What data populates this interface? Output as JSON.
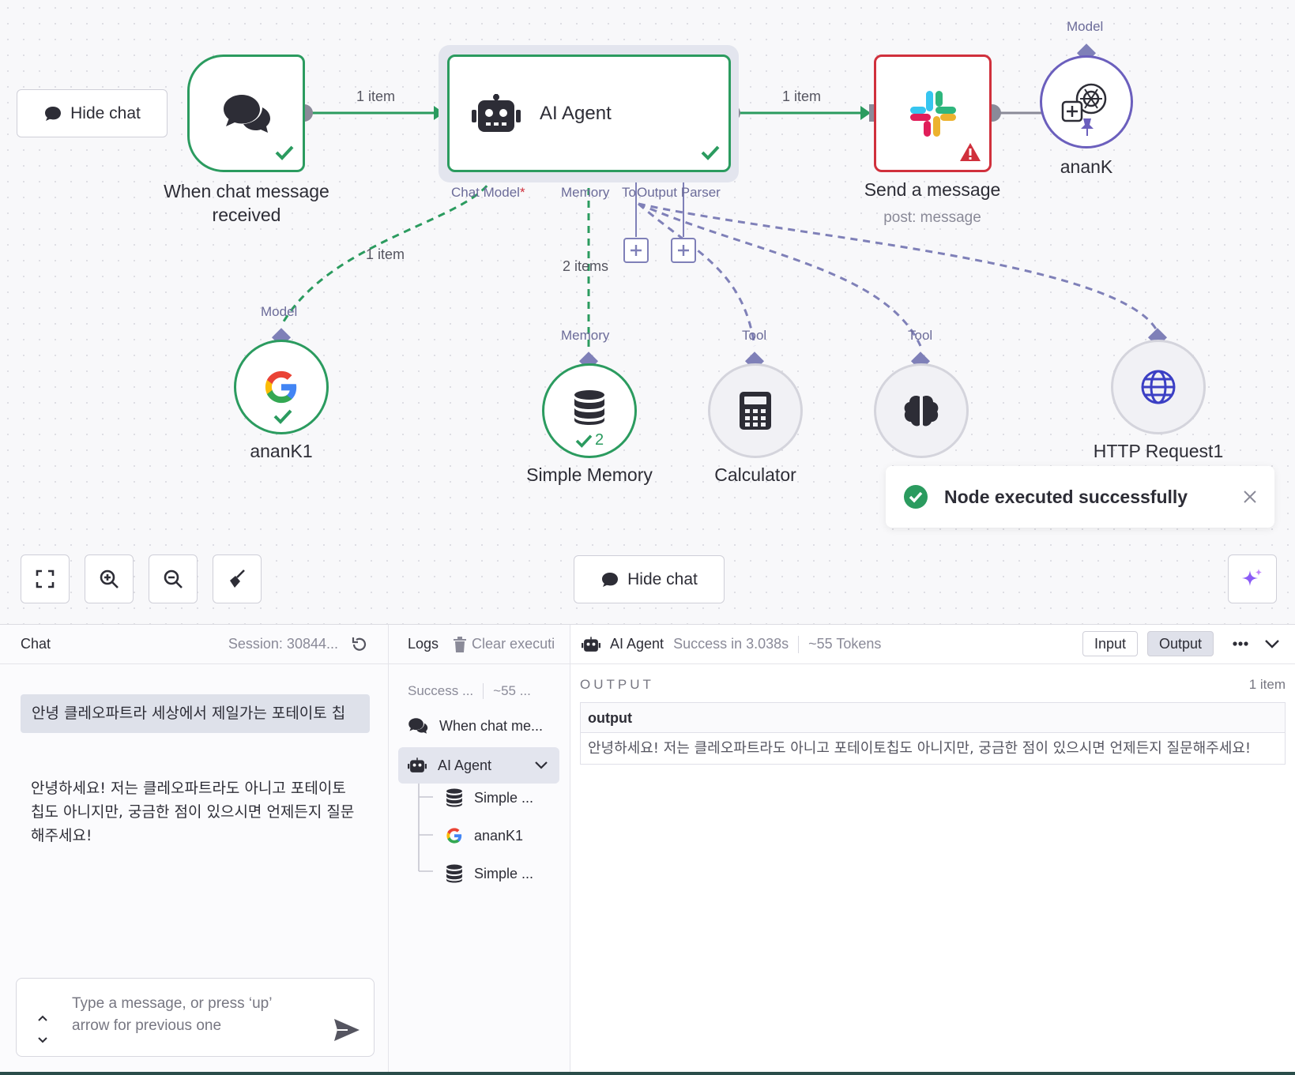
{
  "canvas": {
    "hide_chat_top": "Hide chat",
    "hide_chat_bottom": "Hide chat",
    "edge_labels": {
      "trigger_to_agent": "1 item",
      "agent_to_slack": "1 item",
      "model_edge": "1 item",
      "memory_edge": "2 items"
    },
    "nodes": {
      "trigger": {
        "label_line1": "When chat message",
        "label_line2": "received"
      },
      "agent": {
        "title": "AI Agent"
      },
      "slack": {
        "label": "Send a message",
        "sub": "post: message"
      },
      "openai": {
        "label": "ananK",
        "port": "Model"
      },
      "gemini": {
        "label": "ananK1",
        "port": "Model"
      },
      "memory": {
        "label": "Simple Memory",
        "port": "Memory",
        "badge": "2"
      },
      "calculator": {
        "label": "Calculator",
        "port": "Tool"
      },
      "think": {
        "label": "",
        "port": "Tool"
      },
      "http": {
        "label": "HTTP Request1"
      }
    },
    "agent_ports": {
      "chat_model": "Chat Model",
      "required_mark": "*",
      "memory": "Memory",
      "tool": "To",
      "output_parser": "Output Parser"
    },
    "toast": {
      "title": "Node executed successfully"
    }
  },
  "chat": {
    "title": "Chat",
    "session": "Session: 30844...",
    "user_message": "안녕 클레오파트라 세상에서 제일가는 포테이토 칩",
    "bot_message": "안녕하세요! 저는 클레오파트라도 아니고 포테이토칩도 아니지만, 궁금한 점이 있으시면 언제든지 질문해주세요!",
    "input_placeholder": "Type a message, or press ‘up’ arrow for previous one"
  },
  "logs": {
    "title": "Logs",
    "clear_label": "Clear executi",
    "summary_status": "Success ...",
    "summary_tokens": "~55 ...",
    "items": [
      {
        "label": "When chat me..."
      },
      {
        "label": "AI Agent"
      },
      {
        "label": "Simple ..."
      },
      {
        "label": "ananK1"
      },
      {
        "label": "Simple ..."
      }
    ]
  },
  "output": {
    "node_name": "AI Agent",
    "status": "Success in 3.038s",
    "tokens": "~55 Tokens",
    "input_btn": "Input",
    "output_btn": "Output",
    "section_title": "OUTPUT",
    "count": "1 item",
    "column": "output",
    "value": "안녕하세요! 저는 클레오파트라도 아니고 포테이토칩도 아니지만, 궁금한 점이 있으시면 언제든지 질문해주세요!"
  },
  "colors": {
    "success": "#2b9b5f",
    "error": "#d0303c",
    "port": "#7f80b8",
    "selected_bg": "#e3e5ee"
  }
}
